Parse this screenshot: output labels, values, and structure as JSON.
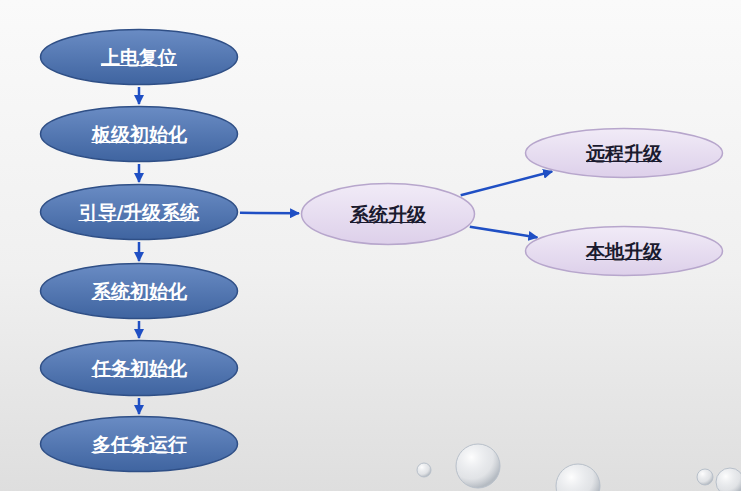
{
  "diagram": {
    "nodes": [
      {
        "text": [
          "上电复位"
        ]
      },
      {
        "text": [
          "板级初始化"
        ]
      },
      {
        "text": [
          "引导/升级系统"
        ]
      },
      {
        "text": [
          "系统初始化"
        ]
      },
      {
        "text": [
          "任务初始化"
        ]
      },
      {
        "text": [
          "多任务运行"
        ]
      },
      {
        "text": [
          "系统升级"
        ]
      },
      {
        "text": [
          "远程升级"
        ]
      },
      {
        "text": [
          "本地升级"
        ]
      }
    ],
    "edges": [
      {
        "from": 0,
        "to": 1,
        "arrow": "to"
      },
      {
        "from": 1,
        "to": 2,
        "arrow": "to"
      },
      {
        "from": 2,
        "to": 3,
        "arrow": "to"
      },
      {
        "from": 3,
        "to": 4,
        "arrow": "to"
      },
      {
        "from": 4,
        "to": 5,
        "arrow": "to"
      },
      {
        "from": 2,
        "to": 6,
        "arrow": "to"
      },
      {
        "from": 6,
        "to": 7,
        "arrow": "to"
      },
      {
        "from": 6,
        "to": 8,
        "arrow": "to"
      }
    ]
  }
}
